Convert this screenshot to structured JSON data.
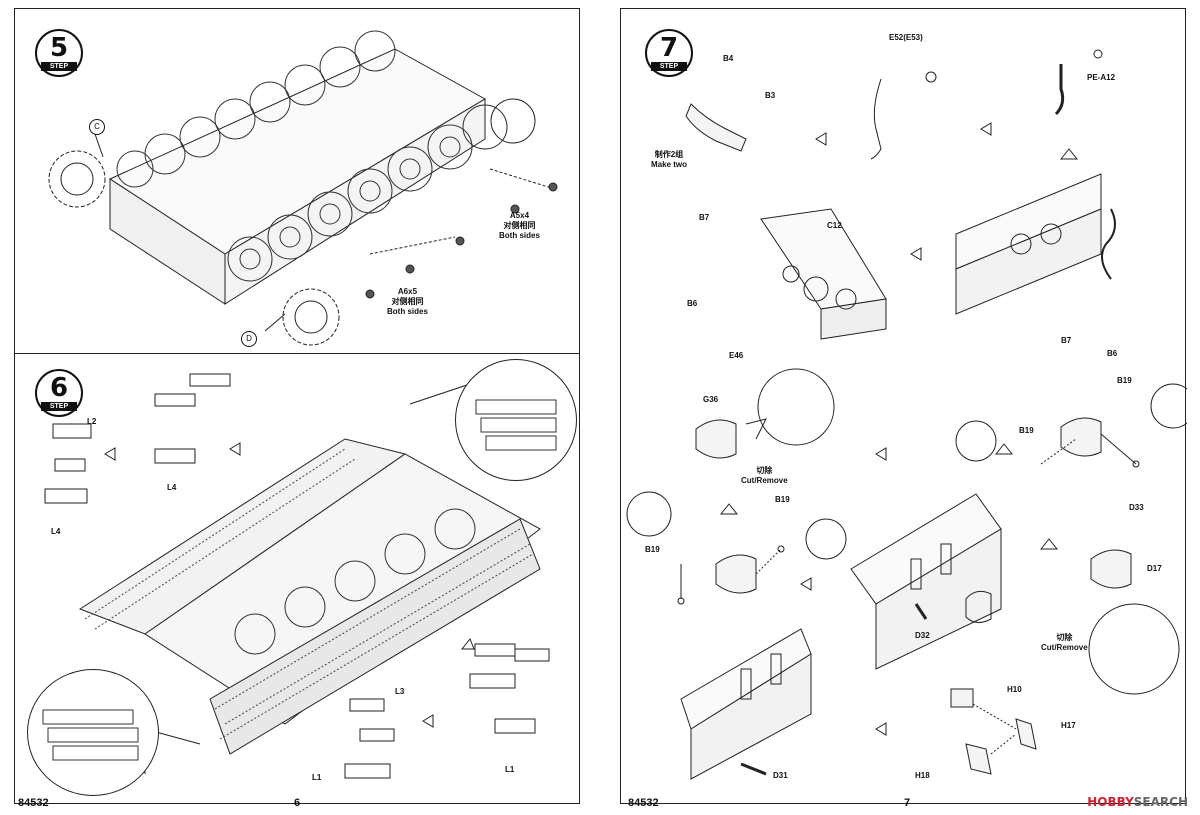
{
  "left_page": {
    "step5": {
      "number": "5",
      "label": "STEP",
      "labels": {
        "c": "C",
        "d": "D",
        "a5_code": "A5x4",
        "a5_cn": "对侧相同",
        "a5_en": "Both sides",
        "a6_code": "A6x5",
        "a6_cn": "对侧相同",
        "a6_en": "Both sides"
      }
    },
    "step6": {
      "number": "6",
      "label": "STEP",
      "labels": {
        "l2": "L2",
        "l4_a": "L4",
        "l4_b": "L4",
        "l3": "L3",
        "l1_a": "L1",
        "l1_b": "L1"
      }
    },
    "folio_code": "84532",
    "page_number": "6"
  },
  "right_page": {
    "step7": {
      "number": "7",
      "label": "STEP",
      "labels": {
        "b4": "B4",
        "b3": "B3",
        "make_two_cn": "制作2组",
        "make_two_en": "Make two",
        "e52": "E52(E53)",
        "pe_a12": "PE-A12",
        "b7_a": "B7",
        "c12": "C12",
        "b6_a": "B6",
        "e46": "E46",
        "b7_b": "B7",
        "b6_b": "B6",
        "g36": "G36",
        "cut_cn_a": "切除",
        "cut_en_a": "Cut/Remove",
        "b19_a": "B19",
        "b19_b": "B19",
        "d33": "D33",
        "b19_c": "B19",
        "b19_d": "B19",
        "d32": "D32",
        "d17": "D17",
        "cut_cn_b": "切除",
        "cut_en_b": "Cut/Remove",
        "h10": "H10",
        "h17": "H17",
        "h18": "H18",
        "d31": "D31"
      }
    },
    "folio_code": "84532",
    "page_number": "7"
  },
  "watermark": {
    "brand": "HOBBY",
    "suffix": "SEARCH"
  }
}
